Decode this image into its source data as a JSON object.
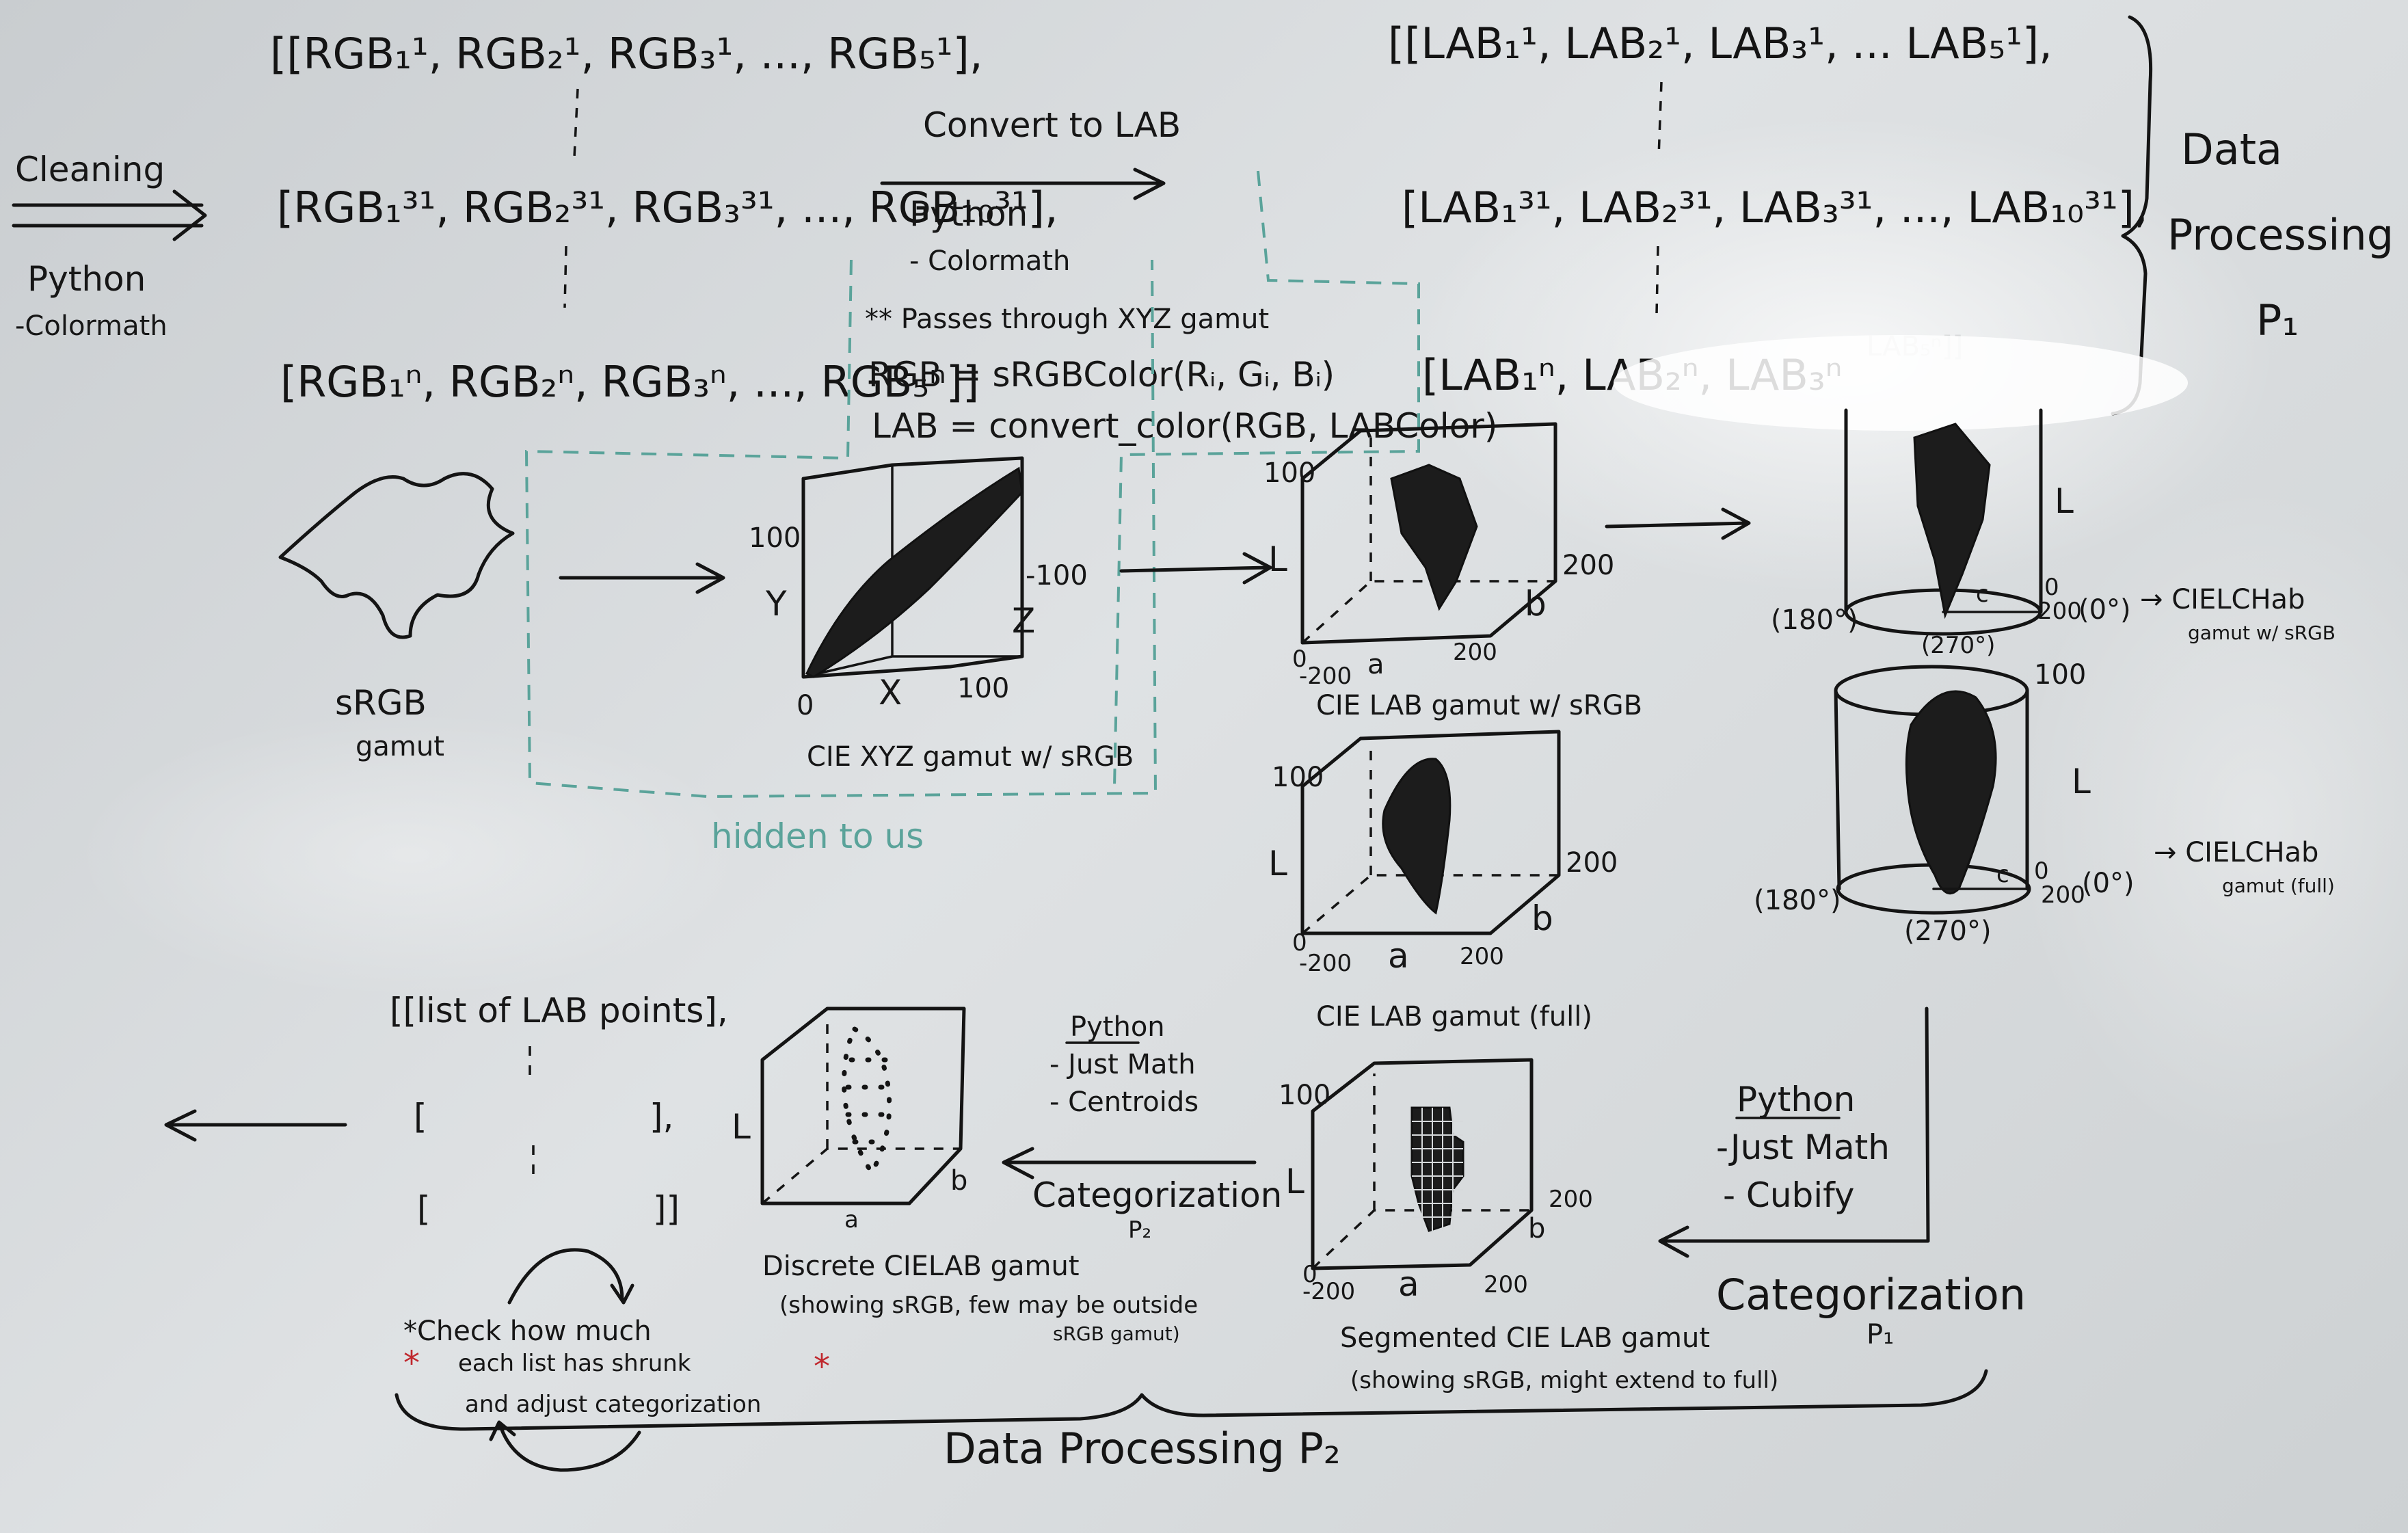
{
  "rgb_lists": {
    "line1": "[[RGB₁¹, RGB₂¹, RGB₃¹, ..., RGB₅¹],",
    "line2": "[RGB₁³¹, RGB₂³¹, RGB₃³¹, ..., RGB₁₀³¹],",
    "line3": "[RGB₁ⁿ, RGB₂ⁿ, RGB₃ⁿ, ..., RGB₅ⁿ]]"
  },
  "lab_lists": {
    "line1": "[[LAB₁¹, LAB₂¹, LAB₃¹, ... LAB₅¹],",
    "line2": "[LAB₁³¹, LAB₂³¹, LAB₃³¹, ..., LAB₁₀³¹],",
    "line3": "[LAB₁ⁿ, LAB₂ⁿ, LAB₃ⁿ",
    "line3_tail": "LAB₅ⁿ]]"
  },
  "cleaning": {
    "title": "Cleaning",
    "tool": "Python",
    "lib": "-Colormath"
  },
  "convert": {
    "title": "Convert to LAB",
    "tool": "Python",
    "lib": "- Colormath",
    "note": "** Passes through XYZ gamut",
    "code1": "RGB = sRGBColor(Rᵢ, Gᵢ, Bᵢ)",
    "code2": "LAB = convert_color(RGB, LABColor)"
  },
  "brace_top": {
    "line1": "Data",
    "line2": "Processing",
    "line3": "P₁"
  },
  "srgb": {
    "line1": "sRGB",
    "line2": "gamut"
  },
  "xyz": {
    "label": "CIE XYZ gamut w/ sRGB",
    "axis_y": "Y",
    "axis_x": "X",
    "axis_z": "Z",
    "tick_y": "100",
    "tick_x": "100",
    "tick_z": "-100",
    "tick_o": "0",
    "hidden": "hidden to us"
  },
  "lab_srgb": {
    "label": "CIE LAB gamut w/ sRGB",
    "axis_l": "L",
    "axis_a": "a",
    "axis_b": "b",
    "tick_l": "100",
    "tick_o": "0",
    "tick_neg": "-200",
    "tick_a": "200",
    "tick_b": "200"
  },
  "lab_full": {
    "label": "CIE LAB gamut (full)",
    "axis_l": "L",
    "axis_a": "a",
    "axis_b": "b",
    "tick_l": "100",
    "tick_o": "0",
    "tick_neg": "-200",
    "tick_a": "200",
    "tick_b": "200"
  },
  "lch_srgb": {
    "label_line1": "→ CIELCHab",
    "label_line2": "gamut w/ sRGB",
    "axis_l": "L",
    "axis_c": "c",
    "deg180": "(180°)",
    "deg0": "(0°)",
    "deg270": "(270°)",
    "tick_0": "0",
    "tick_200": "200"
  },
  "lch_full": {
    "label_line1": "→ CIELCHab",
    "label_line2": "gamut (full)",
    "axis_l": "L",
    "axis_c": "c",
    "deg180": "(180°)",
    "deg0": "(0°)",
    "deg270": "(270°)",
    "tick_100": "100",
    "tick_0": "0",
    "tick_200": "200"
  },
  "segmented": {
    "label1": "Segmented CIE LAB gamut",
    "label2": "(showing sRGB, might extend to full)",
    "axis_l": "L",
    "axis_a": "a",
    "axis_b": "b",
    "tick_l": "100",
    "tick_o": "0",
    "tick_neg": "-200",
    "tick_a": "200",
    "tick_b": "200"
  },
  "cat1": {
    "tool": "Python",
    "step1": "-Just Math",
    "step2": "- Cubify",
    "title": "Categorization",
    "sub": "P₁"
  },
  "cat2": {
    "tool": "Python",
    "step1": "- Just Math",
    "step2": "- Centroids",
    "title": "Categorization",
    "sub": "P₂"
  },
  "discrete": {
    "label1": "Discrete CIELAB gamut",
    "label2": "(showing sRGB, few may be outside",
    "label3": "sRGB gamut)",
    "axis_l": "L",
    "axis_a": "a",
    "axis_b": "b"
  },
  "lab_points": {
    "line1": "[[list of LAB points],",
    "line2": "[",
    "line2_end": "],",
    "line3": "[",
    "line3_end": "]]"
  },
  "check": {
    "line1": "*Check how much",
    "line2": "each list has shrunk",
    "line3": "and adjust categorization",
    "star": "*"
  },
  "brace_bottom": {
    "label": "Data Processing P₂"
  },
  "colors": {
    "ink": "#141414",
    "teal": "#5aa39a",
    "red": "#c0272d",
    "board": "#d6d9db"
  }
}
